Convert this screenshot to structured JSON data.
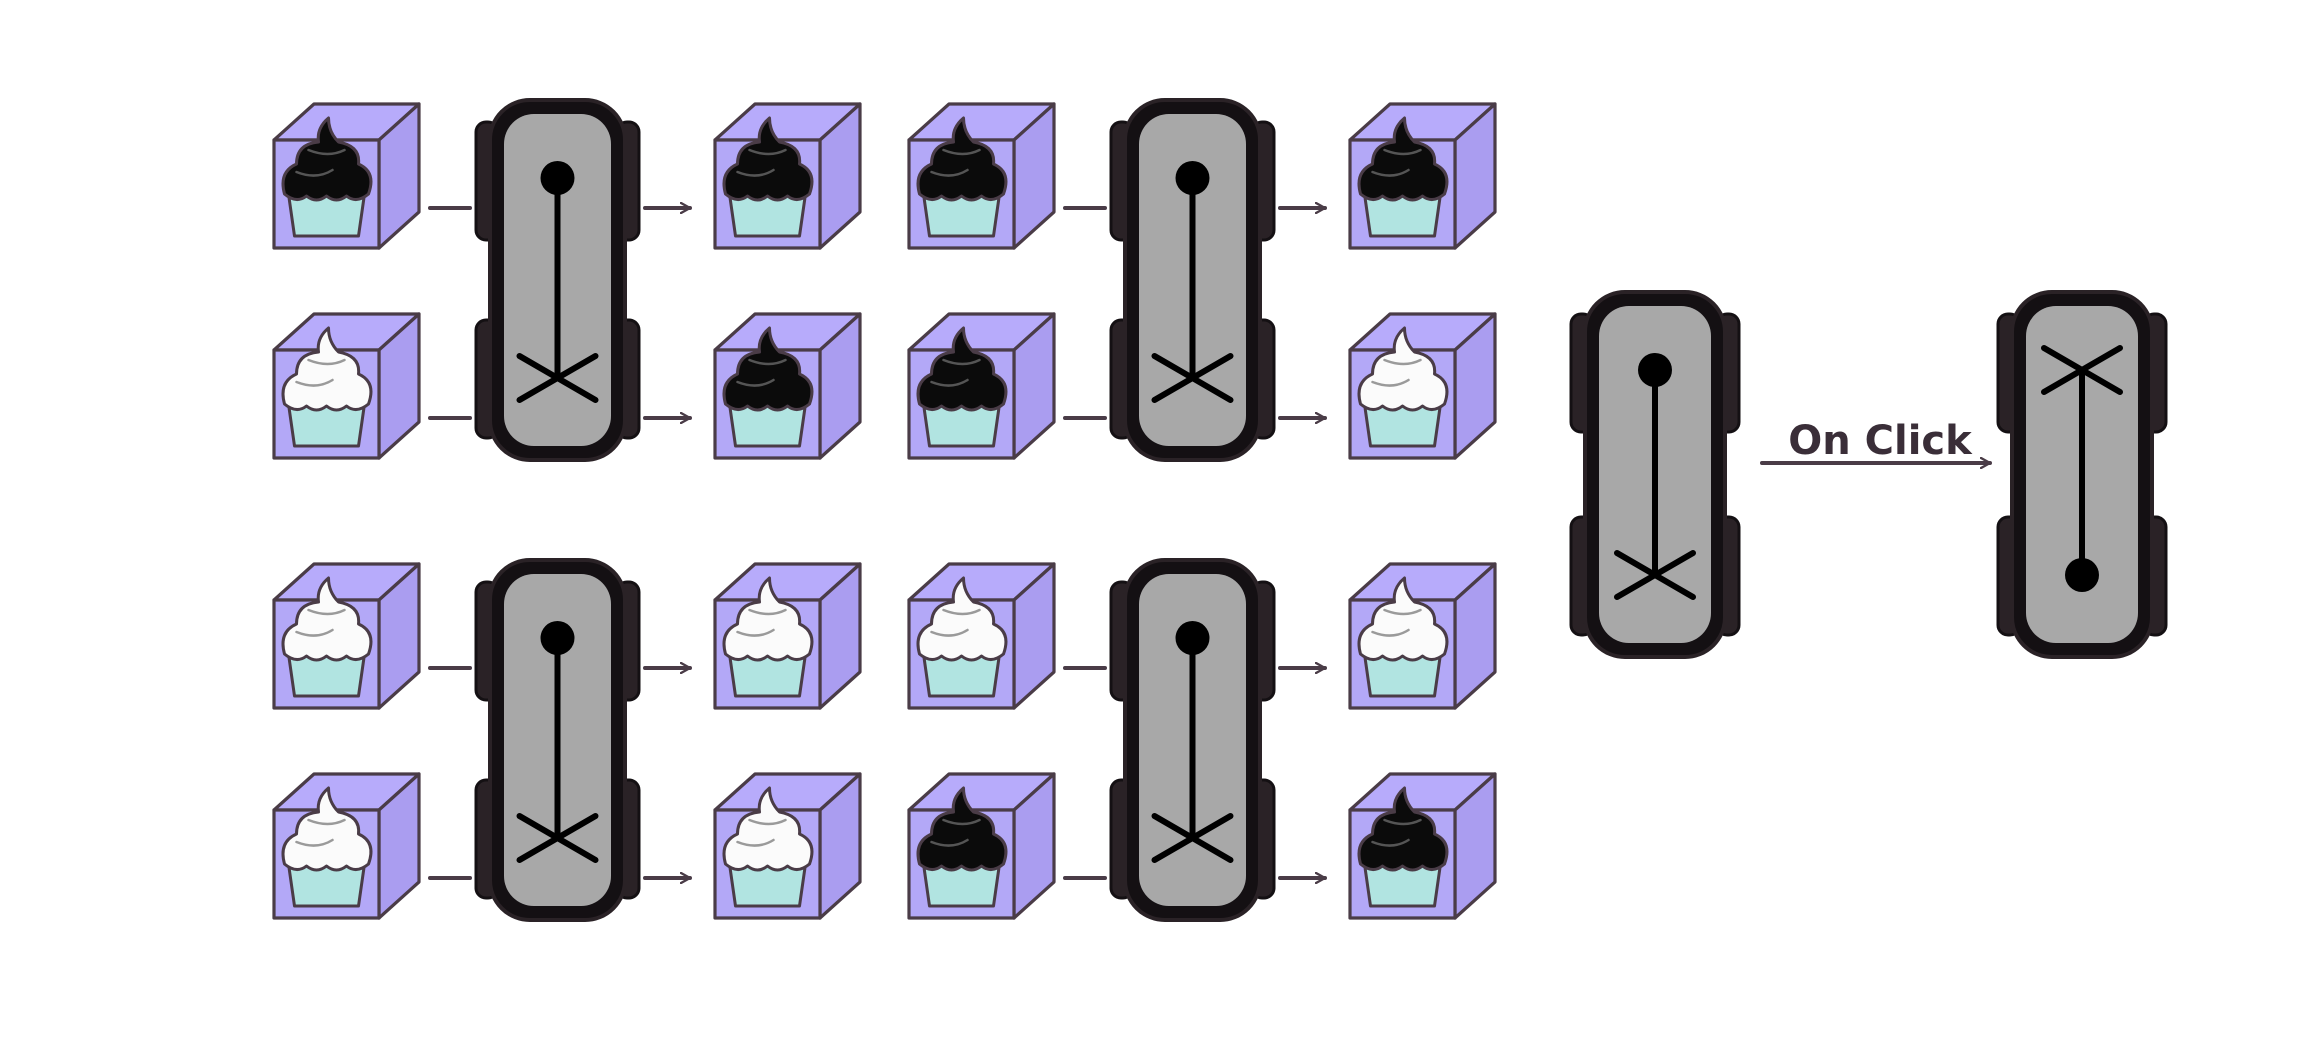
{
  "colors": {
    "background": "#ffffff",
    "box_face": "#b3a8f7",
    "box_top": "#b7abfb",
    "box_side": "#aa9df0",
    "box_stroke": "#4a3c47",
    "cup_base": "#b1e4e1",
    "frosting_dark": "#0b0b0b",
    "frosting_light": "#fbfbfb",
    "gate_body": "#a8a8a8",
    "gate_outline": "#141013",
    "wire": "#4a3c47",
    "text": "#3a2e38"
  },
  "panels": [
    {
      "id": "gate-1",
      "inputs": [
        "dark",
        "light"
      ],
      "outputs": [
        "dark",
        "dark"
      ]
    },
    {
      "id": "gate-2",
      "inputs": [
        "dark",
        "dark"
      ],
      "outputs": [
        "dark",
        "light"
      ]
    },
    {
      "id": "gate-3",
      "inputs": [
        "light",
        "light"
      ],
      "outputs": [
        "light",
        "light"
      ]
    },
    {
      "id": "gate-4",
      "inputs": [
        "light",
        "dark"
      ],
      "outputs": [
        "light",
        "dark"
      ]
    }
  ],
  "transition": {
    "label": "On Click",
    "before": {
      "dot": "top",
      "cross": "bottom"
    },
    "after": {
      "dot": "bottom",
      "cross": "top"
    }
  }
}
